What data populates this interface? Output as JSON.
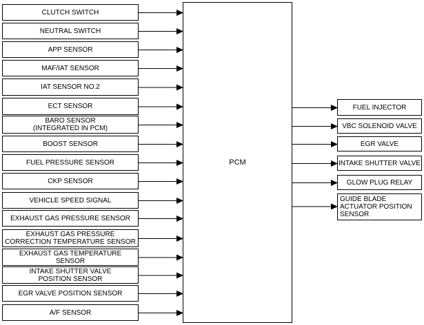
{
  "pcm": {
    "label": "PCM"
  },
  "inputs": [
    {
      "label": "CLUTCH SWITCH"
    },
    {
      "label": "NEUTRAL SWITCH"
    },
    {
      "label": "APP SENSOR"
    },
    {
      "label": "MAF/IAT SENSOR"
    },
    {
      "label": "IAT SENSOR NO.2"
    },
    {
      "label": "ECT SENSOR"
    },
    {
      "label": "BARO SENSOR\n(INTEGRATED IN PCM)"
    },
    {
      "label": "BOOST SENSOR"
    },
    {
      "label": "FUEL PRESSURE SENSOR"
    },
    {
      "label": "CKP SENSOR"
    },
    {
      "label": "VEHICLE SPEED SIGNAL"
    },
    {
      "label": "EXHAUST GAS PRESSURE SENSOR"
    },
    {
      "label": "EXHAUST GAS PRESSURE\nCORRECTION TEMPERATURE SENSOR"
    },
    {
      "label": "EXHAUST GAS TEMPERATURE\nSENSOR"
    },
    {
      "label": "INTAKE SHUTTER VALVE\nPOSITION SENSOR"
    },
    {
      "label": "EGR VALVE POSITION SENSOR"
    },
    {
      "label": "A/F SENSOR"
    }
  ],
  "outputs": [
    {
      "label": "FUEL INJECTOR"
    },
    {
      "label": "VBC SOLENOID VALVE"
    },
    {
      "label": "EGR VALVE"
    },
    {
      "label": "INTAKE SHUTTER VALVE"
    },
    {
      "label": "GLOW PLUG RELAY"
    },
    {
      "label": "GUIDE BLADE\nACTUATOR POSITION\nSENSOR"
    }
  ],
  "colors": {
    "line": "#000000",
    "background": "#ffffff"
  }
}
